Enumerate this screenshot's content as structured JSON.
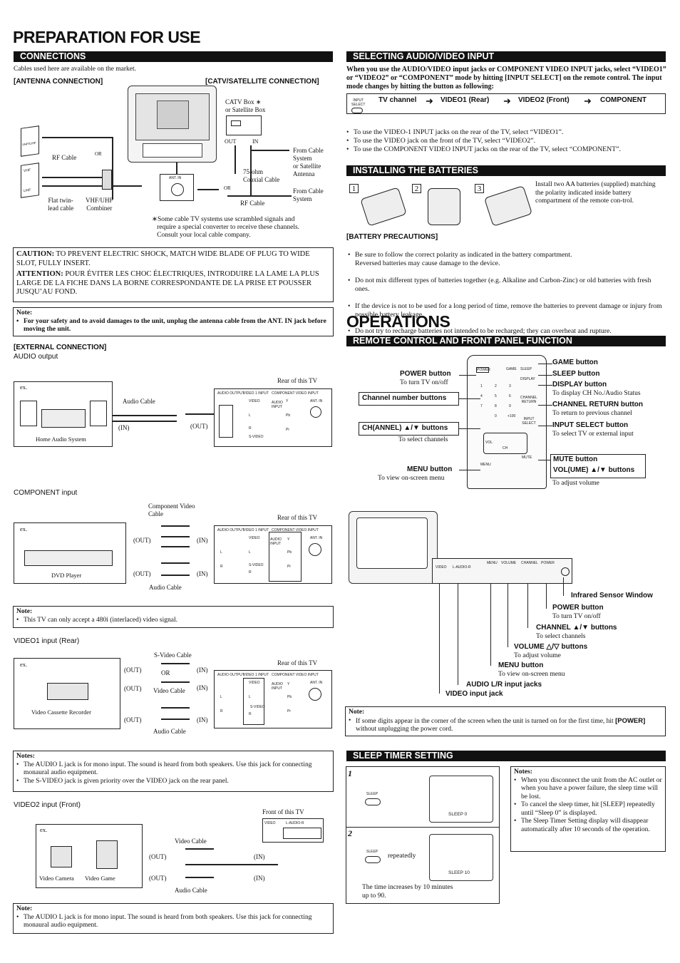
{
  "page": {
    "title": "PREPARATION FOR USE",
    "operations_title": "OPERATIONS"
  },
  "connections": {
    "header": "CONNECTIONS",
    "intro": "Cables used here are available on the market.",
    "antenna_label": "[ANTENNA CONNECTION]",
    "catv_label": "[CATV/SATELLITE CONNECTION]",
    "vhf_uhf": "VHF/UHF",
    "vhf": "VHF",
    "uhf": "UHF",
    "rf_cable": "RF Cable",
    "or": "OR",
    "flat_twin": "Flat twin-\nlead cable",
    "combiner": "VHF/UHF\nCombiner",
    "ant_in": "ANT. IN",
    "catv_box": "CATV Box ∗\nor Satellite Box",
    "out": "OUT",
    "in": "IN",
    "coax": "75-ohm\nCoaxial Cable",
    "rf_cable2": "RF Cable",
    "from_cable": "From Cable\nSystem\nor Satellite\nAntenna",
    "from_cable2": "From Cable\nSystem",
    "asterisk_note": "∗Some cable TV systems use scrambled signals and\n   require a special converter to receive these channels.\n   Consult your local cable company."
  },
  "caution": {
    "caution_label": "CAUTION:",
    "caution_text": " TO PREVENT ELECTRIC SHOCK, MATCH WIDE BLADE OF PLUG TO WIDE SLOT, FULLY INSERT.",
    "attention_label": "ATTENTION:",
    "attention_text": " POUR ÉVITER LES CHOC ÉLECTRIQUES, INTRODUIRE LA LAME LA PLUS LARGE DE LA FICHE DANS LA BORNE CORRESPONDANTE DE LA PRISE ET POUSSER JUSQU’AU FOND."
  },
  "note1": {
    "title": "Note:",
    "text": "For your safety and to avoid damages to the unit, unplug the antenna cable from the ANT. IN jack before moving the unit."
  },
  "external": {
    "label": "[EXTERNAL CONNECTION]",
    "audio_output": "AUDIO output",
    "rear": "Rear of this TV",
    "ex": "ex.",
    "audio_cable": "Audio Cable",
    "in_p": "(IN)",
    "out_p": "(OUT)",
    "home_audio": "Home Audio System",
    "component_input": "COMPONENT input",
    "component_cable": "Component Video\nCable",
    "dvd": "DVD Player",
    "note2_title": "Note:",
    "note2": "This TV can only accept a 480i (interlaced) video signal.",
    "video1": "VIDEO1 input (Rear)",
    "svideo_cable": "S-Video Cable",
    "video_cable": "Video Cable",
    "vcr": "Video Cassette Recorder",
    "notes_title": "Notes:",
    "notes": [
      "The AUDIO L jack is for mono input. The sound is heard from both speakers. Use this jack for connecting monaural audio equipment.",
      "The S-VIDEO jack is given priority over the VIDEO jack on the rear panel."
    ],
    "video2": "VIDEO2 input (Front)",
    "front": "Front of this TV",
    "video_camera": "Video Camera",
    "video_game": "Video Game",
    "note3_title": "Note:",
    "note3": "The AUDIO L jack is for mono input. The sound is heard from both speakers. Use this jack for connecting monaural audio equipment.",
    "panel": {
      "audio_output": "AUDIO OUTPUT",
      "video1_input": "VIDEO 1 INPUT",
      "component": "COMPONENT VIDEO INPUT",
      "video": "VIDEO",
      "l": "L",
      "r": "R",
      "svideo": "S-VIDEO",
      "y": "Y",
      "pb": "Pb",
      "pr": "Pr",
      "audio_input": "AUDIO\nINPUT",
      "front_video": "VIDEO",
      "front_audio": "L-AUDIO-R"
    }
  },
  "selecting": {
    "header": "SELECTING AUDIO/VIDEO INPUT",
    "text": "When you use the AUDIO/VIDEO input jacks or COMPONENT VIDEO INPUT jacks, select “VIDEO1” or “VIDEO2” or “COMPONENT” mode by hitting [INPUT SELECT] on the remote control. The input mode changes by hitting the button as following:",
    "input_select": "INPUT\nSELECT",
    "flow": [
      "TV channel",
      "VIDEO1 (Rear)",
      "VIDEO2 (Front)",
      "COMPONENT"
    ],
    "bullets": [
      "To use the VIDEO-1 INPUT jacks on the rear of the TV, select “VIDEO1”.",
      "To use the VIDEO jack on the front of the TV, select “VIDEO2”.",
      "To use the COMPONENT VIDEO INPUT jacks on the rear of the TV, select “COMPONENT”."
    ]
  },
  "batteries": {
    "header": "INSTALLING THE BATTERIES",
    "steps": [
      "1",
      "2",
      "3"
    ],
    "text": "Install two AA batteries (supplied) matching the polarity indicated inside battery compartment of the remote con-trol.",
    "precautions_label": "[BATTERY PRECAUTIONS]",
    "precautions": [
      "Be sure to follow the correct polarity as indicated in the battery compartment.\nReversed batteries may cause damage to the device.",
      "Do not mix different types of batteries together (e.g. Alkaline and Carbon-Zinc) or old batteries with fresh ones.",
      "If the device is not to be used for a long period of time, remove the batteries to prevent damage or injury from possible battery leakage.",
      "Do not try to recharge batteries not intended to be recharged; they can overheat and rupture."
    ]
  },
  "remote": {
    "header": "REMOTE CONTROL AND FRONT PANEL FUNCTION",
    "power": "POWER button",
    "power_desc": "To turn TV on/off",
    "channel_number": "Channel number buttons",
    "ch": "CH(ANNEL) ▲/▼ buttons",
    "ch_desc": "To select channels",
    "menu": "MENU button",
    "menu_desc": "To view on-screen menu",
    "game": "GAME button",
    "sleep": "SLEEP button",
    "display": "DISPLAY button",
    "display_desc": "To display CH No./Audio Status",
    "channel_return": "CHANNEL RETURN button",
    "channel_return_desc": "To return to previous channel",
    "input_select": "INPUT SELECT button",
    "input_select_desc": "To select TV or external input",
    "mute": "MUTE button",
    "vol": "VOL(UME) ▲/▼ buttons",
    "vol_desc": "To adjust volume",
    "keys": [
      "POWER",
      "GAME",
      "SLEEP",
      "DISPLAY",
      "1",
      "2",
      "3",
      "4",
      "5",
      "6",
      "7",
      "8",
      "9",
      "0",
      "+100",
      "CHANNEL RETURN",
      "INPUT SELECT",
      "VOL",
      "CH",
      "MENU",
      "MUTE"
    ]
  },
  "front_panel": {
    "infrared": "Infrared Sensor Window",
    "power": "POWER button",
    "power_desc": "To turn TV on/off",
    "channel": "CHANNEL ▲/▼ buttons",
    "channel_desc": "To select channels",
    "volume": "VOLUME △/▽ buttons",
    "volume_desc": "To adjust volume",
    "menu": "MENU button",
    "menu_desc": "To view on-screen menu",
    "audio_lr": "AUDIO L/R input jacks",
    "video_jack": "VIDEO input jack",
    "panel_labels": [
      "VIDEO",
      "L-AUDIO-R",
      "MENU",
      "VOLUME",
      "CHANNEL",
      "POWER"
    ]
  },
  "note4": {
    "title": "Note:",
    "text_a": "If some digits appear in the corner of the screen when the unit is turned on for the first time, hit ",
    "text_b": "[POWER]",
    "text_c": " without unplugging the power cord."
  },
  "sleep": {
    "header": "SLEEP TIMER SETTING",
    "step1": "1",
    "step2": "2",
    "sleep_btn": "SLEEP",
    "screen1": "SLEEP 0",
    "screen2": "SLEEP 10",
    "repeatedly": "repeatedly",
    "increase": "The time increases by 10 minutes\nup to 90.",
    "notes_title": "Notes:",
    "notes": [
      "When you disconnect the unit from the AC outlet or when you have a power failure, the sleep time will be lost.",
      "To cancel the sleep timer, hit [SLEEP] repeatedly until “Sleep 0” is displayed.",
      "The Sleep Timer Setting display will disappear automatically after 10 seconds of the operation."
    ]
  },
  "colors": {
    "bar": "#111111",
    "line": "#222222"
  }
}
